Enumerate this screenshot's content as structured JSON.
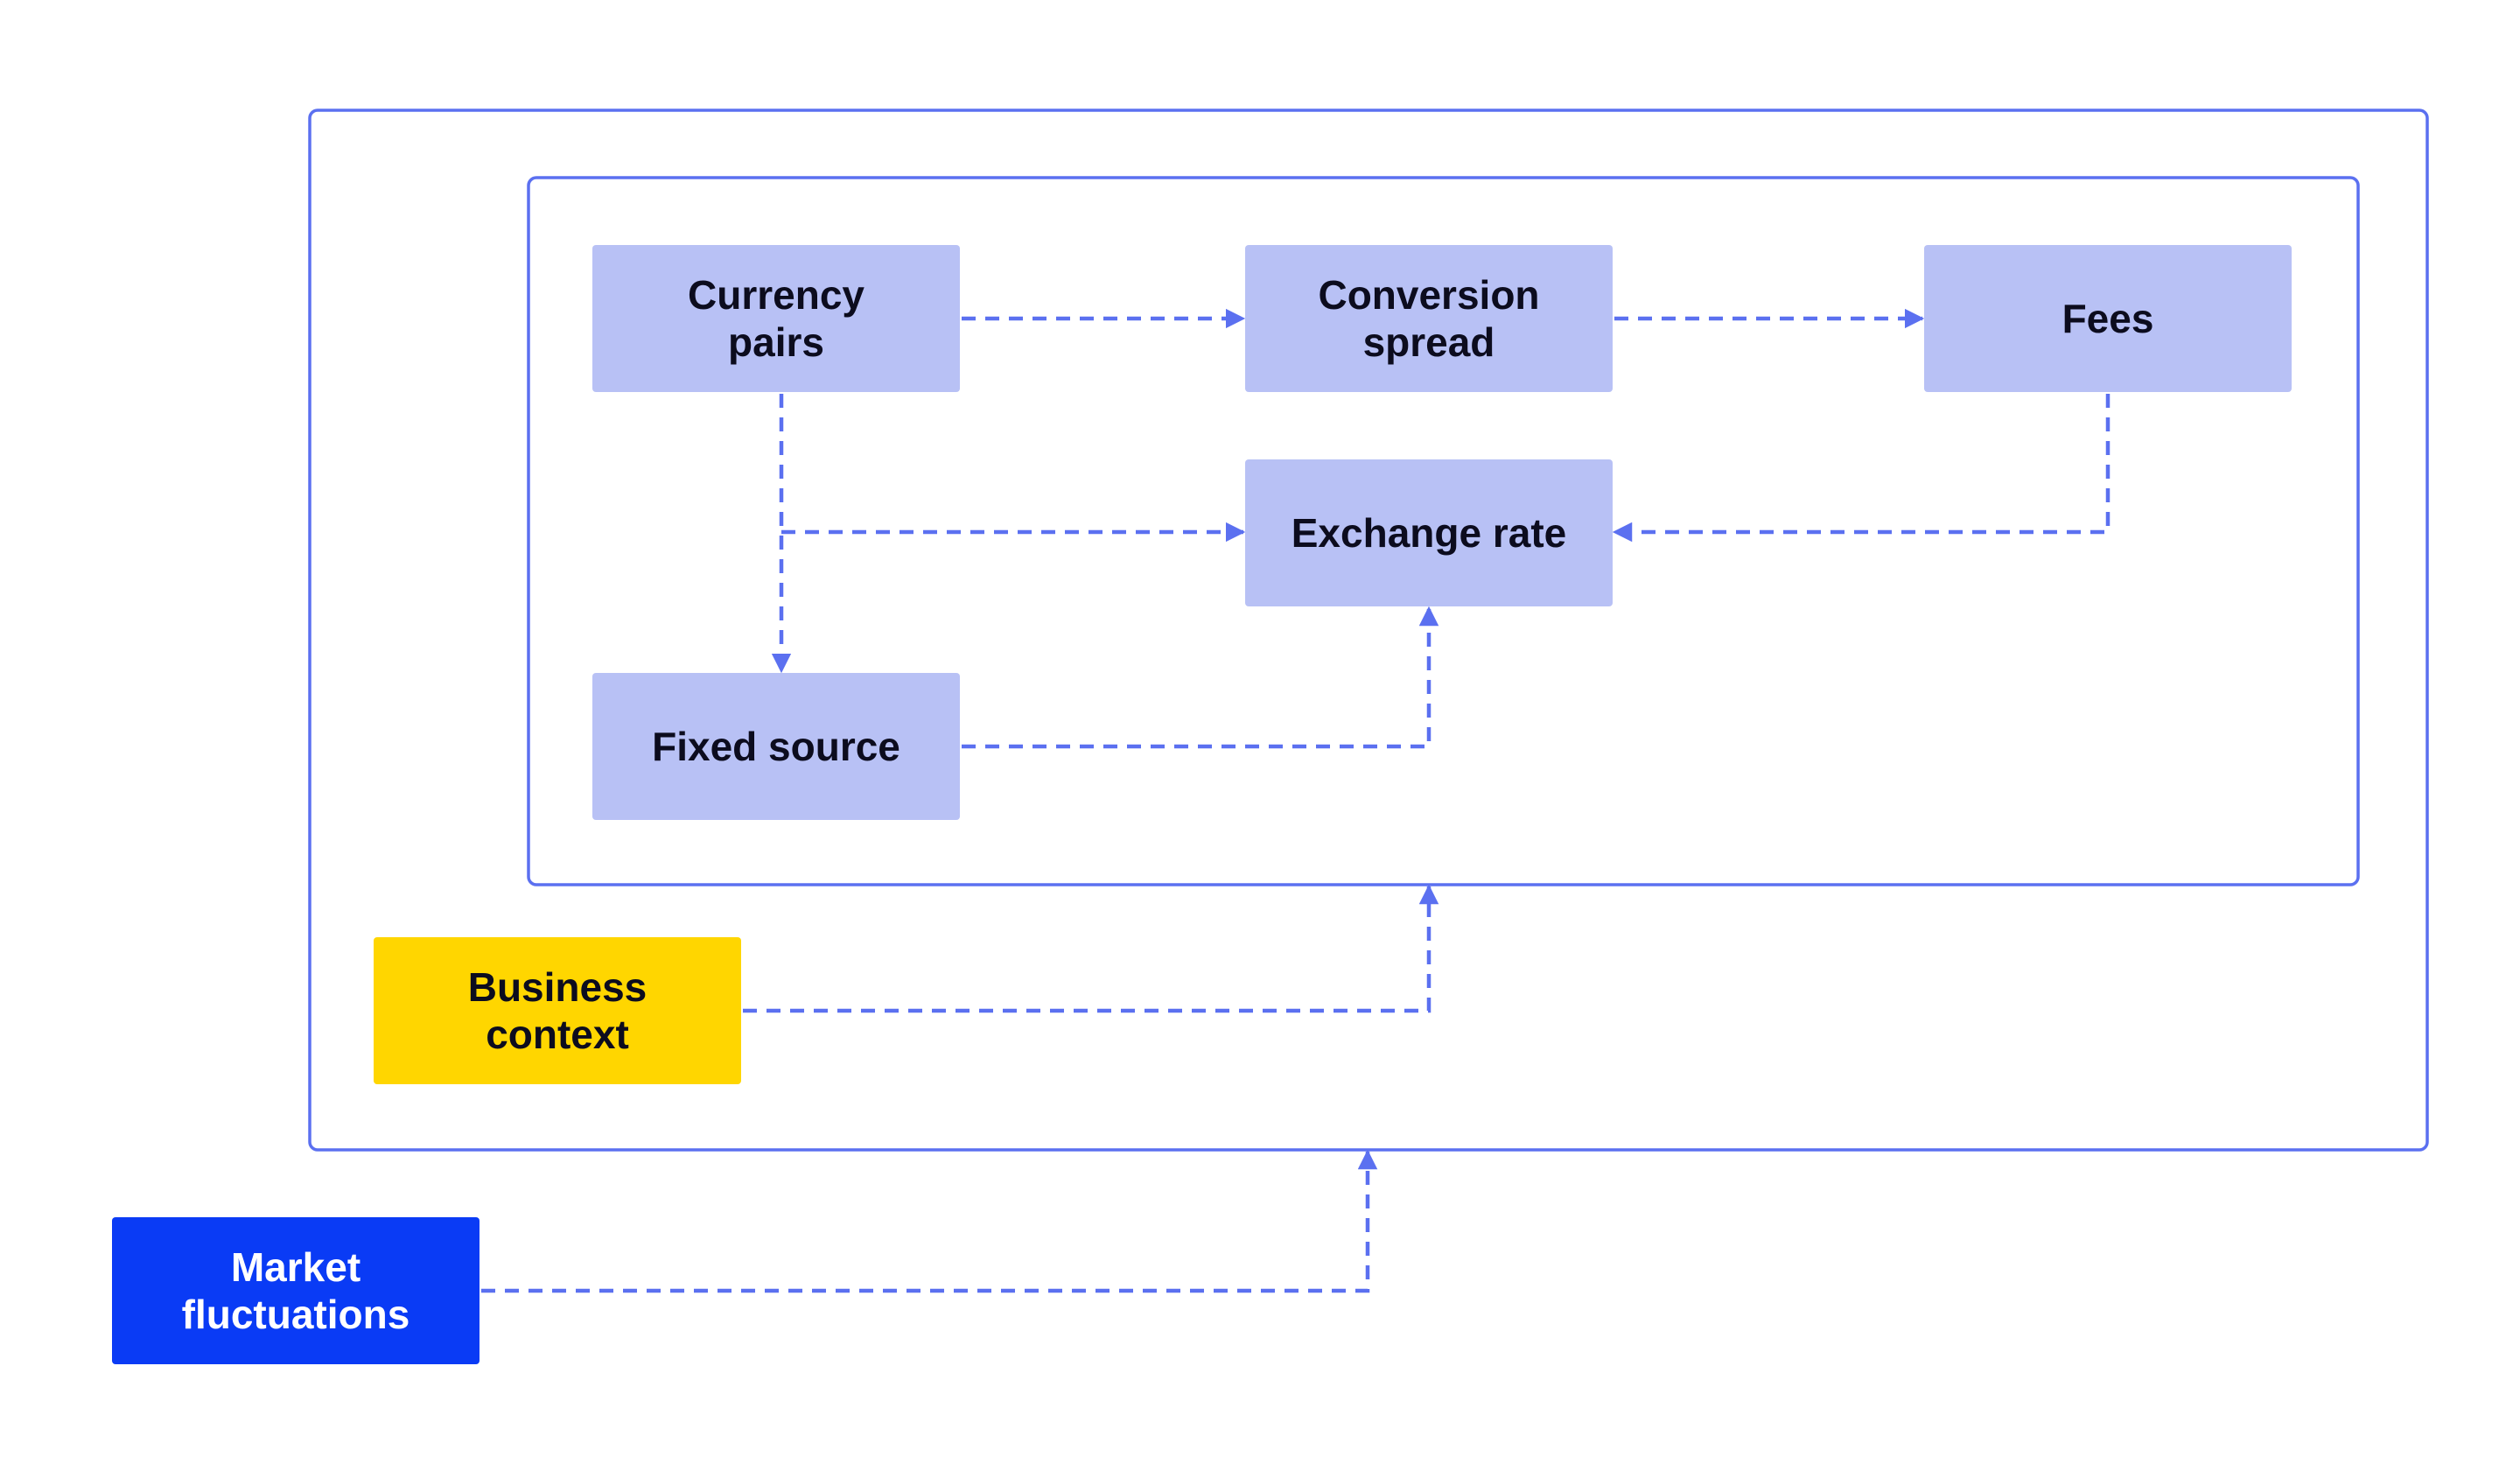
{
  "colors": {
    "frame": "#5b70f0",
    "edge": "#5b70f0",
    "process_fill": "#b8c1f5",
    "process_text": "#0c0c1e",
    "business_fill": "#ffd600",
    "business_text": "#0c0c1e",
    "market_fill": "#0a3bf5",
    "market_text": "#ffffff"
  },
  "nodes": {
    "currency_pairs": {
      "lines": [
        "Currency",
        "pairs"
      ]
    },
    "conversion_spread": {
      "lines": [
        "Conversion",
        "spread"
      ]
    },
    "fees": {
      "lines": [
        "Fees"
      ]
    },
    "exchange_rate": {
      "lines": [
        "Exchange rate"
      ]
    },
    "fixed_source": {
      "lines": [
        "Fixed source"
      ]
    },
    "business_context": {
      "lines": [
        "Business",
        "context"
      ]
    },
    "market_fluctuations": {
      "lines": [
        "Market",
        "fluctuations"
      ]
    }
  },
  "edges": [
    {
      "from": "currency_pairs",
      "to": "conversion_spread"
    },
    {
      "from": "conversion_spread",
      "to": "fees"
    },
    {
      "from": "currency_pairs",
      "to": "exchange_rate"
    },
    {
      "from": "currency_pairs",
      "to": "fixed_source"
    },
    {
      "from": "fees",
      "to": "exchange_rate"
    },
    {
      "from": "fixed_source",
      "to": "exchange_rate"
    },
    {
      "from": "business_context",
      "to": "inner_frame"
    },
    {
      "from": "market_fluctuations",
      "to": "outer_frame"
    }
  ]
}
